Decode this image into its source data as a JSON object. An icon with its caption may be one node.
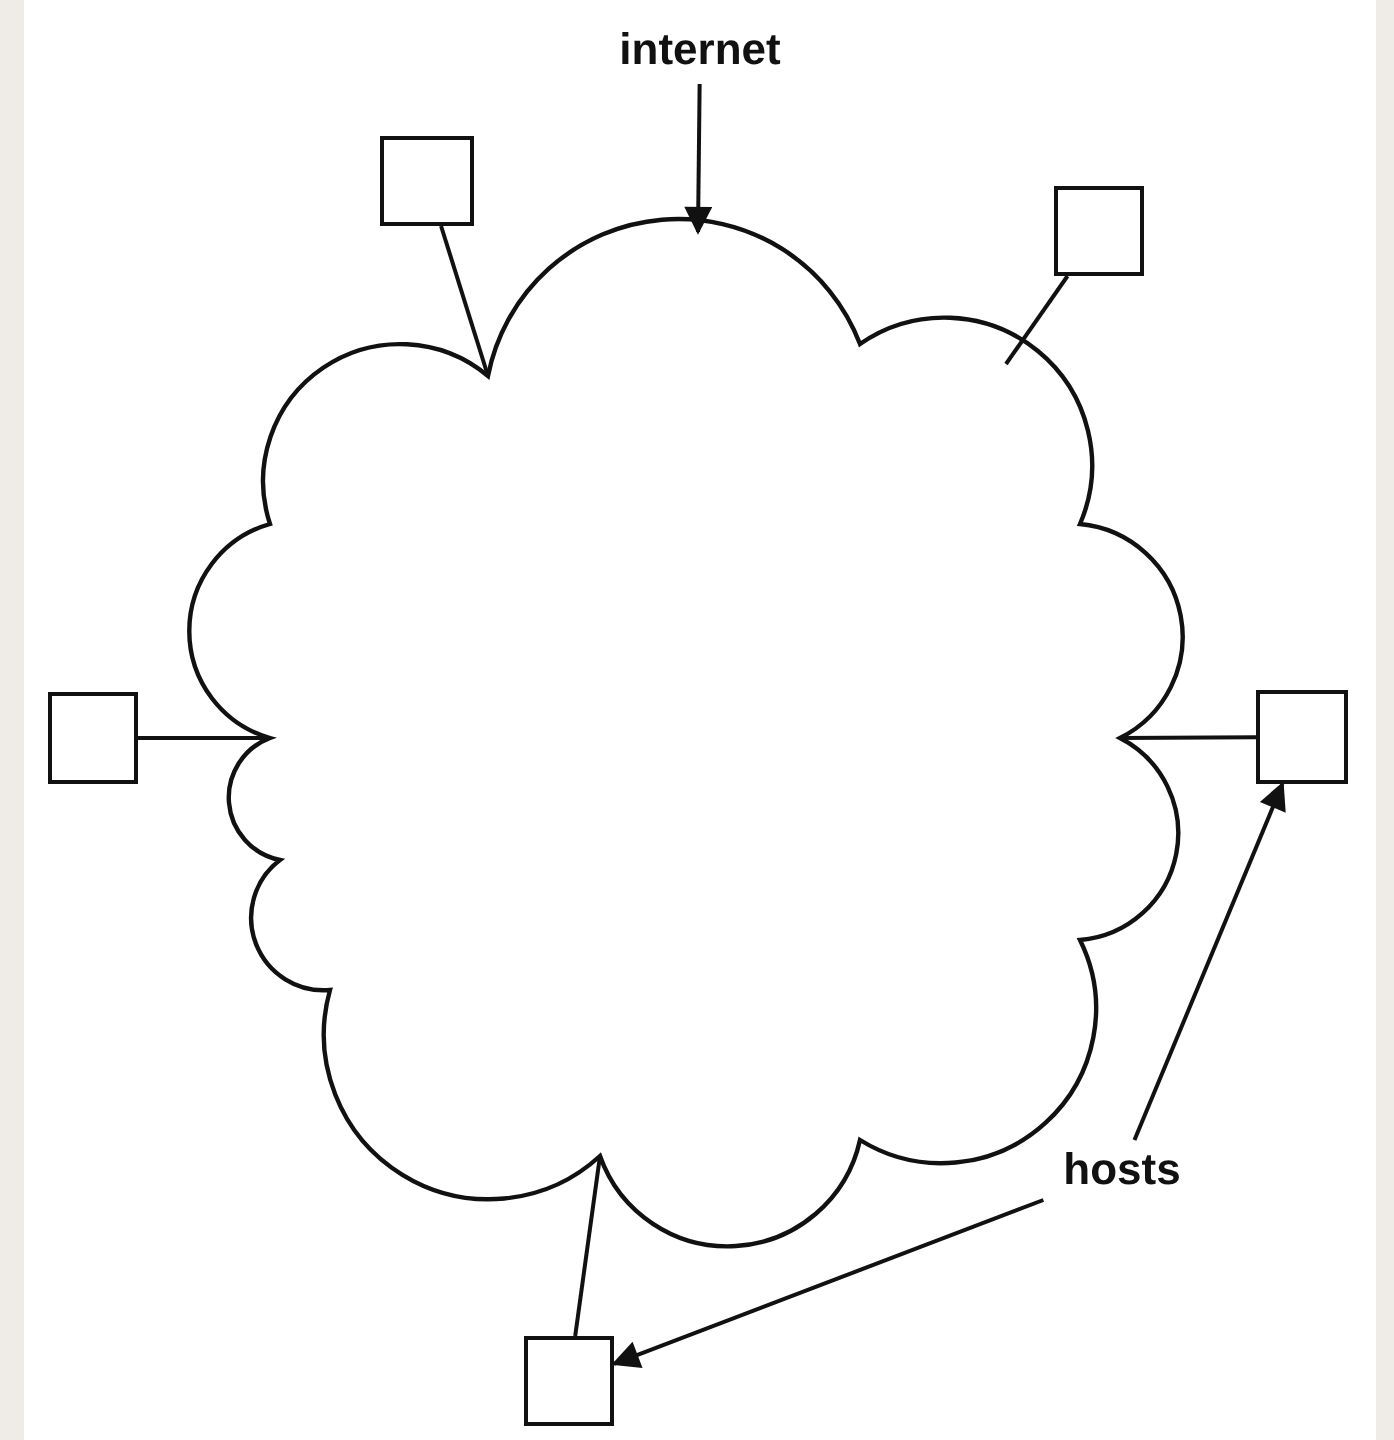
{
  "diagram": {
    "nodes": [
      {
        "text": [
          "internet"
        ]
      },
      {
        "text": [],
        "shape": "cloud"
      },
      {
        "text": [],
        "shape": "box"
      },
      {
        "text": [],
        "shape": "box"
      },
      {
        "text": [],
        "shape": "box"
      },
      {
        "text": [],
        "shape": "box"
      },
      {
        "text": [],
        "shape": "box"
      },
      {
        "text": [
          "hosts"
        ]
      }
    ],
    "edges": [
      {
        "from": 0,
        "to": 1,
        "arrow": "to"
      },
      {
        "from": 2,
        "to": 1,
        "arrow": "none"
      },
      {
        "from": 3,
        "to": 1,
        "arrow": "none"
      },
      {
        "from": 4,
        "to": 1,
        "arrow": "none"
      },
      {
        "from": 5,
        "to": 1,
        "arrow": "none"
      },
      {
        "from": 6,
        "to": 1,
        "arrow": "none"
      },
      {
        "from": 7,
        "to": 5,
        "arrow": "to"
      },
      {
        "from": 7,
        "to": 6,
        "arrow": "to"
      }
    ]
  }
}
